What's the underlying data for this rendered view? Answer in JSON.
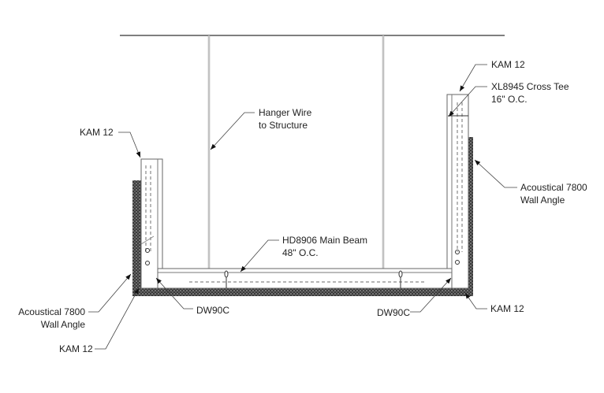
{
  "labels": {
    "kam_top_right": "KAM 12",
    "cross_tee_line1": "XL8945 Cross Tee",
    "cross_tee_line2": "16\" O.C.",
    "hanger_line1": "Hanger Wire",
    "hanger_line2": "to Structure",
    "kam_left": "KAM 12",
    "wall_angle_right_line1": "Acoustical 7800",
    "wall_angle_right_line2": "Wall Angle",
    "main_beam_line1": "HD8906 Main Beam",
    "main_beam_line2": "48\" O.C.",
    "wall_angle_left_line1": "Acoustical 7800",
    "wall_angle_left_line2": "Wall Angle",
    "dw90c_left": "DW90C",
    "dw90c_right": "DW90C",
    "kam_bottom_right": "KAM 12",
    "kam_bottom_left": "KAM 12"
  }
}
